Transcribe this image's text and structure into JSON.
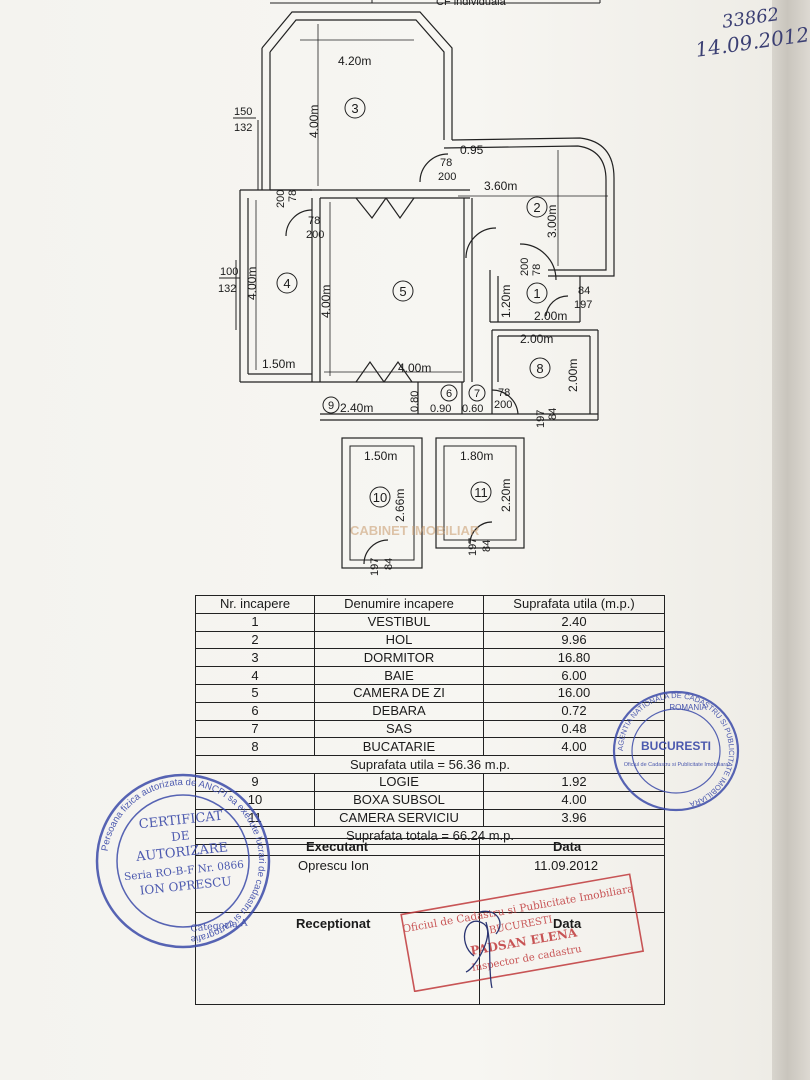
{
  "handwritten": {
    "number": "33862",
    "date": "14.09.2012"
  },
  "top_table_fragment": "CF individuala",
  "plan": {
    "rooms": [
      "1",
      "2",
      "3",
      "4",
      "5",
      "6",
      "7",
      "8",
      "9",
      "10",
      "11"
    ],
    "dimensions": {
      "r3_width": "4.20m",
      "r3_height": "4.00m",
      "r2_notch": "0.95",
      "r2_width": "3.60m",
      "r2_height": "3.00m",
      "r4_height": "4.00m",
      "r4_width": "1.50m",
      "r5_height": "4.00m",
      "r5_width": "4.00m",
      "r1_height": "1.20m",
      "r1_width": "2.00m",
      "r8_width": "2.00m",
      "r8_height": "2.00m",
      "r9_width": "2.40m",
      "r9_height": "0.80",
      "r6_width": "0.90",
      "r7_width": "0.60",
      "r10_width": "1.50m",
      "r10_height": "2.66m",
      "r11_width": "1.80m",
      "r11_height": "2.20m"
    },
    "openings": {
      "window_r3": [
        "150",
        "132"
      ],
      "window_r4": [
        "100",
        "132"
      ],
      "door_78_200": [
        "78",
        "200"
      ],
      "door_84_197": [
        "84",
        "197"
      ]
    },
    "watermark": "CABINET IMOBILIAR"
  },
  "table": {
    "headers": [
      "Nr. incapere",
      "Denumire incapere",
      "Suprafata utila (m.p.)"
    ],
    "rows": [
      [
        "1",
        "VESTIBUL",
        "2.40"
      ],
      [
        "2",
        "HOL",
        "9.96"
      ],
      [
        "3",
        "DORMITOR",
        "16.80"
      ],
      [
        "4",
        "BAIE",
        "6.00"
      ],
      [
        "5",
        "CAMERA DE ZI",
        "16.00"
      ],
      [
        "6",
        "DEBARA",
        "0.72"
      ],
      [
        "7",
        "SAS",
        "0.48"
      ],
      [
        "8",
        "BUCATARIE",
        "4.00"
      ]
    ],
    "subtotal": "Suprafata utila = 56.36 m.p.",
    "rows2": [
      [
        "9",
        "LOGIE",
        "1.92"
      ],
      [
        "10",
        "BOXA SUBSOL",
        "4.00"
      ],
      [
        "11",
        "CAMERA SERVICIU",
        "3.96"
      ]
    ],
    "total": "Suprafata totala = 66.24 m.p."
  },
  "signatures": {
    "executant_label": "Executant",
    "data_label": "Data",
    "executant_name": "Oprescu Ion",
    "executant_date": "11.09.2012",
    "receptionat_label": "Receptionat",
    "data_label2": "Data"
  },
  "stamps": {
    "blue_left": {
      "ring": "Persoana fizica autorizata de ANCPI sa execute lucrari de cadastru si cartografie",
      "line1": "CERTIFICAT",
      "line2": "DE",
      "line3": "AUTORIZARE",
      "line4": "Seria RO-B-F Nr. 0866",
      "line5": "ION OPRESCU",
      "line6": "Categoria A"
    },
    "blue_right": {
      "ring": "AGENTIA NATIONALA DE CADASTRU SI PUBLICITATE IMOBILIARA",
      "country": "ROMANIA",
      "city": "BUCURESTI",
      "inner": "Oficiul de Cadastru si Publicitate Imobiliara"
    },
    "red": {
      "line1": "Oficiul de Cadastru si Publicitate Imobiliara",
      "line2": "BUCURESTI",
      "line3": "PADSAN ELENA",
      "line4": "Inspector de cadastru"
    }
  },
  "colors": {
    "ink": "#1b1b1b",
    "stamp_blue": "#3a49a8",
    "stamp_red": "#c0393b",
    "hand_blue": "#3b3f73"
  }
}
